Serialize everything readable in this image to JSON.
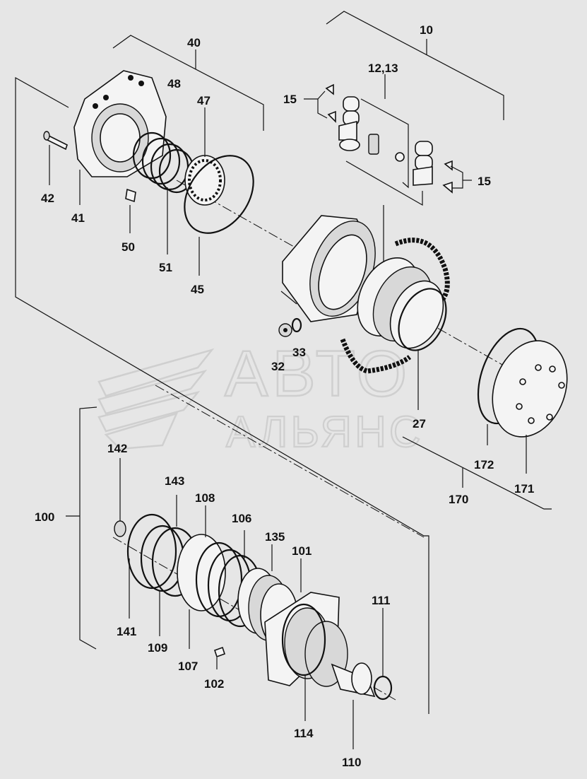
{
  "watermark": {
    "line1": "АВТО",
    "line2": "АЛЬЯНС"
  },
  "labels": {
    "l10": "10",
    "l12_13": "12,13",
    "l15a": "15",
    "l15b": "15",
    "l40": "40",
    "l48": "48",
    "l47": "47",
    "l42": "42",
    "l41": "41",
    "l50": "50",
    "l51": "51",
    "l45": "45",
    "l32": "32",
    "l33": "33",
    "l27": "27",
    "l172": "172",
    "l171": "171",
    "l170": "170",
    "l142": "142",
    "l143": "143",
    "l108": "108",
    "l106": "106",
    "l135": "135",
    "l101": "101",
    "l111": "111",
    "l100": "100",
    "l141": "141",
    "l109": "109",
    "l107": "107",
    "l102": "102",
    "l114": "114",
    "l110": "110"
  }
}
